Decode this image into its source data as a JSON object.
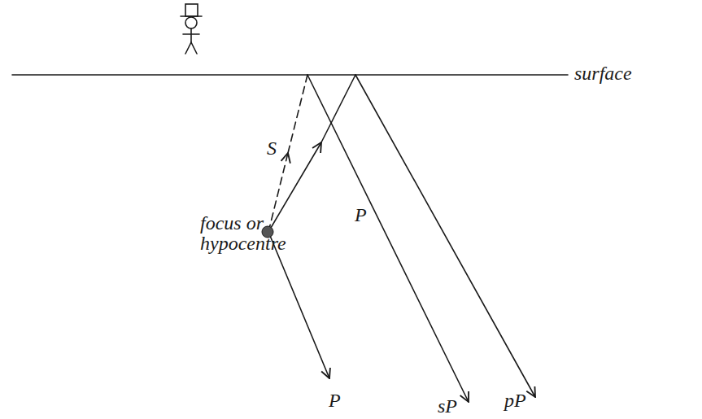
{
  "diagram": {
    "labels": [
      "surface",
      "S",
      "focus or hypocentre",
      "P",
      "P",
      "sP",
      "pP"
    ]
  }
}
